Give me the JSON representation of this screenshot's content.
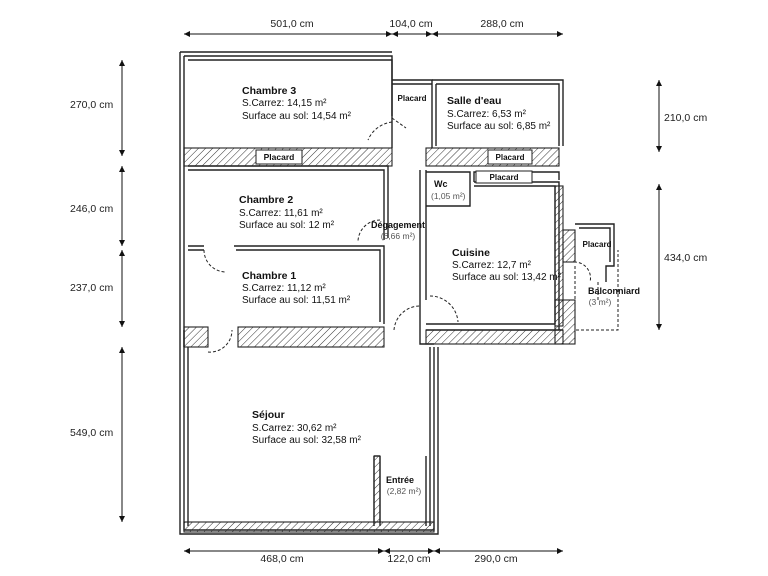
{
  "dimensions": {
    "top": [
      "501,0 cm",
      "104,0 cm",
      "288,0 cm"
    ],
    "bottom": [
      "468,0 cm",
      "122,0 cm",
      "290,0 cm"
    ],
    "left": [
      "270,0 cm",
      "246,0 cm",
      "237,0 cm",
      "549,0 cm"
    ],
    "right": [
      "210,0 cm",
      "434,0 cm"
    ]
  },
  "rooms": {
    "chambre3": {
      "name": "Chambre 3",
      "carrez": "S.Carrez: 14,15 m²",
      "sol": "Surface au sol: 14,54 m²"
    },
    "chambre2": {
      "name": "Chambre 2",
      "carrez": "S.Carrez: 11,61 m²",
      "sol": "Surface au sol: 12 m²"
    },
    "chambre1": {
      "name": "Chambre 1",
      "carrez": "S.Carrez: 11,12 m²",
      "sol": "Surface au sol: 11,51 m²"
    },
    "salle_eau": {
      "name": "Salle d'eau",
      "carrez": "S.Carrez: 6,53 m²",
      "sol": "Surface au sol: 6,85 m²"
    },
    "cuisine": {
      "name": "Cuisine",
      "carrez": "S.Carrez: 12,7 m²",
      "sol": "Surface au sol: 13,42 m²"
    },
    "sejour": {
      "name": "Séjour",
      "carrez": "S.Carrez: 30,62 m²",
      "sol": "Surface au sol: 32,58 m²"
    },
    "degagement": {
      "name": "Dégagement",
      "area": "(6,66 m²)"
    },
    "wc": {
      "name": "Wc",
      "area": "(1,05 m²)"
    },
    "balconniard": {
      "name": "Balconniard",
      "area": "(3 m²)"
    },
    "entree": {
      "name": "Entrée",
      "area": "(2,82 m²)"
    }
  },
  "placards": {
    "p_chambre3": "Placard",
    "p_degagement": "Placard",
    "p_salle_eau": "Placard",
    "p_cuisine": "Placard",
    "p_balcon": "Placard"
  }
}
